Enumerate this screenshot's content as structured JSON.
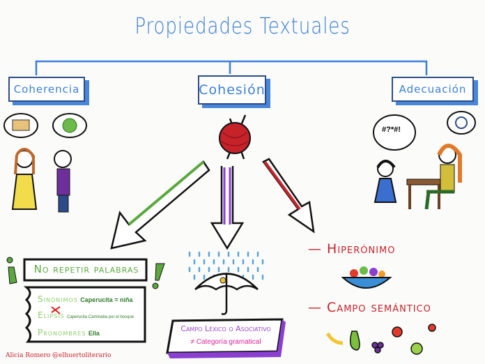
{
  "title": "Propiedades Textuales",
  "branches": {
    "coherencia": "Coherencia",
    "cohesion": "Cohesión",
    "adecuacion": "Adecuación"
  },
  "speech": {
    "adecuacion_bubble": "#?*#!"
  },
  "cohesion_left": {
    "open_mark": "¡",
    "heading": "No repetir palabras",
    "close_mark": "!",
    "items": [
      {
        "label": "Sinónimos",
        "example": "Caperucita = niña"
      },
      {
        "label": "Elipsis",
        "example": "Caperucita Caminaba por el bosque"
      },
      {
        "label": "Pronombres",
        "example": "Ella"
      }
    ]
  },
  "cohesion_center": {
    "heading": "Campo Léxico o Asociativo",
    "note": "≠ Categoría gramatical"
  },
  "cohesion_right": {
    "items": [
      {
        "label": "— Hiperónimo"
      },
      {
        "label": "— Campo semántico"
      }
    ]
  },
  "credit": "Alicia Romero @elhuertoliterario",
  "colors": {
    "blue": "#3a7fd6",
    "green": "#5aa83e",
    "purple": "#9b45d8",
    "red": "#c8232c"
  }
}
